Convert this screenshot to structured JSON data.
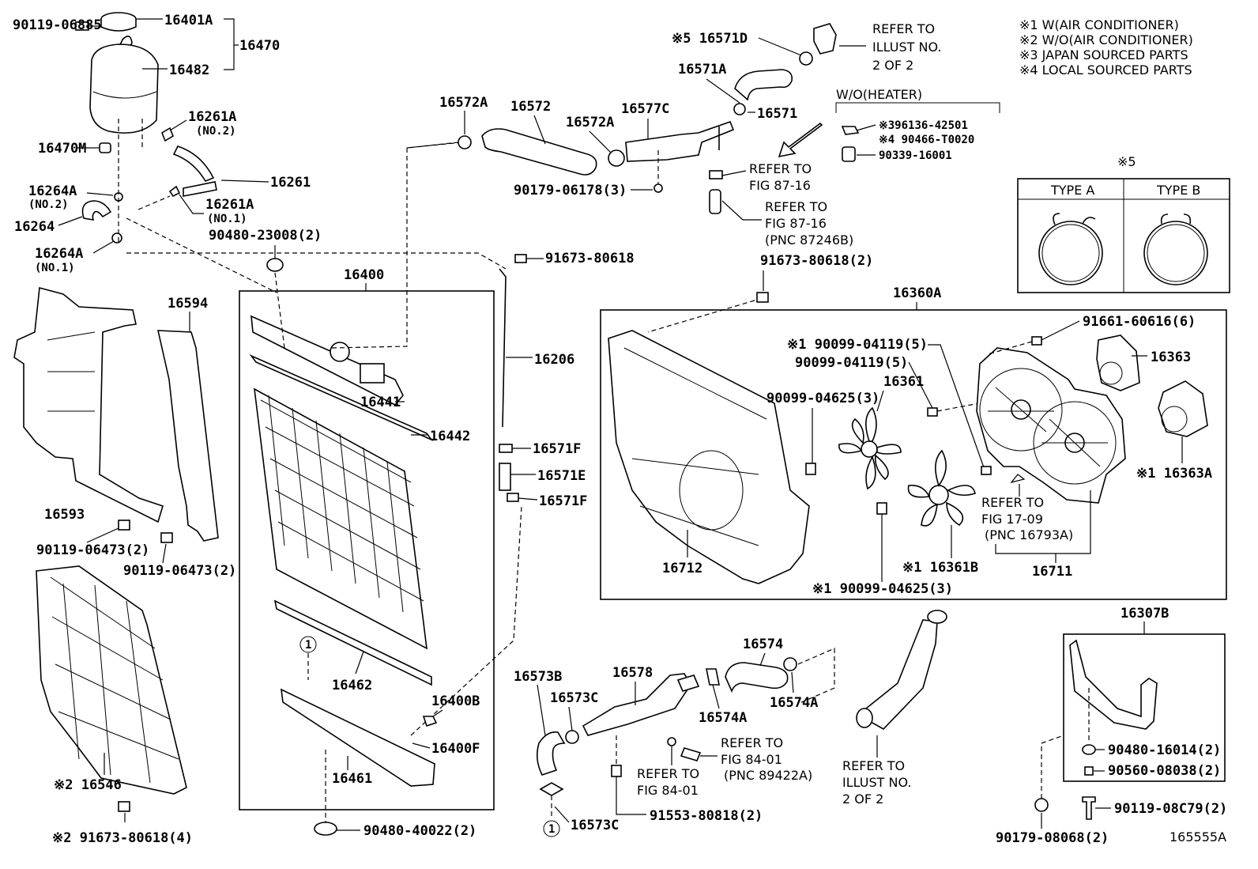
{
  "legend": [
    "※1 W(AIR CONDITIONER)",
    "※2 W/O(AIR CONDITIONER)",
    "※3 JAPAN SOURCED PARTS",
    "※4 LOCAL SOURCED PARTS"
  ],
  "type_box": {
    "title": "※5",
    "type_a": "TYPE A",
    "type_b": "TYPE B"
  },
  "wo_heater": {
    "title": "W/O(HEATER)",
    "item1": "※396136-42501",
    "item2": "※4 90466-T0020",
    "item3": "90339-16001"
  },
  "refs": {
    "r1": [
      "REFER TO",
      "ILLUST NO.",
      "2 OF 2"
    ],
    "r2": [
      "REFER TO",
      "FIG 87-16"
    ],
    "r3": [
      "REFER TO",
      "FIG 87-16",
      "(PNC 87246B)"
    ],
    "r4": [
      "REFER TO",
      "FIG 17-09",
      "(PNC 16793A)"
    ],
    "r5": [
      "REFER TO",
      "FIG 84-01",
      "(PNC 89422A)"
    ],
    "r6": [
      "REFER TO",
      "FIG 84-01"
    ],
    "r7": [
      "REFER TO",
      "ILLUST NO.",
      "2 OF 2"
    ]
  },
  "labels": {
    "p90119_06885": "90119-06885",
    "p16401A": "16401A",
    "p16470": "16470",
    "p16482": "16482",
    "p16261A_no2": "16261A",
    "no2a": "(NO.2)",
    "p16470M": "16470M",
    "p16264A_no2": "16264A",
    "no2b": "(NO.2)",
    "p16261": "16261",
    "p16261A_no1": "16261A",
    "no1a": "(NO.1)",
    "p16264": "16264",
    "p90480_23008": "90480-23008(2)",
    "p16264A_no1": "16264A",
    "no1b": "(NO.1)",
    "p91673_80618a": "91673-80618",
    "p16400": "16400",
    "p16594": "16594",
    "p16206": "16206",
    "p16441": "16441",
    "p16442": "16442",
    "p16571F_a": "16571F",
    "p16571E": "16571E",
    "p16571F_b": "16571F",
    "p16593": "16593",
    "p90119_06473a": "90119-06473(2)",
    "p90119_06473b": "90119-06473(2)",
    "p16462": "16462",
    "p16400B": "16400B",
    "p16400F": "16400F",
    "p16461": "16461",
    "p16546": "※2 16546",
    "p91673_80618c": "※2 91673-80618(4)",
    "p90480_40022": "90480-40022(2)",
    "circle1": "1",
    "p16572A_a": "16572A",
    "p16572": "16572",
    "p16572A_b": "16572A",
    "p16577C": "16577C",
    "p90179_06178": "90179-06178(3)",
    "p16571D": "※5 16571D",
    "p16571A": "16571A",
    "p16571": "16571",
    "p91673_80618b": "91673-80618(2)",
    "p16360A": "16360A",
    "p91661_60616": "91661-60616(6)",
    "p90099_04119a": "※1 90099-04119(5)",
    "p90099_04119b": "90099-04119(5)",
    "p16363": "16363",
    "p16361": "16361",
    "p90099_04625a": "90099-04625(3)",
    "p16363A": "※1 16363A",
    "p16712": "16712",
    "p16361B": "※1 16361B",
    "p16711": "16711",
    "p90099_04625b": "※1 90099-04625(3)",
    "p16574": "16574",
    "p16573B": "16573B",
    "p16578": "16578",
    "p16573C_a": "16573C",
    "p16574A_a": "16574A",
    "p16574A_b": "16574A",
    "p16573C_b": "16573C",
    "p91553_80818": "91553-80818(2)",
    "p16307B": "16307B",
    "p90480_16014": "90480-16014(2)",
    "p90560_08038": "90560-08038(2)",
    "p90119_08C79": "90119-08C79(2)",
    "p90179_08068": "90179-08068(2)",
    "fig_id": "165555A"
  }
}
